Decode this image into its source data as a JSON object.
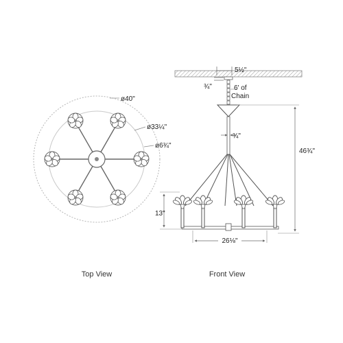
{
  "top_view": {
    "caption": "Top View",
    "dim_outer": "ø40\"",
    "dim_arm_circle": "ø33¼\"",
    "dim_cup": "ø6¾\""
  },
  "front_view": {
    "caption": "Front View",
    "dim_canopy": "5½\"",
    "dim_canopy_depth": "¾\"",
    "chain_line1": "6' of",
    "chain_line2": "Chain",
    "dim_stem": "¾\"",
    "dim_overall_height": "46¾\"",
    "dim_arm_height": "13\"",
    "dim_spread": "26⅛\""
  },
  "colors": {
    "line": "#555555",
    "dim_line": "#666666",
    "dash_circle": "#b5b5b5",
    "ceiling_fill": "#d8d8d8"
  }
}
